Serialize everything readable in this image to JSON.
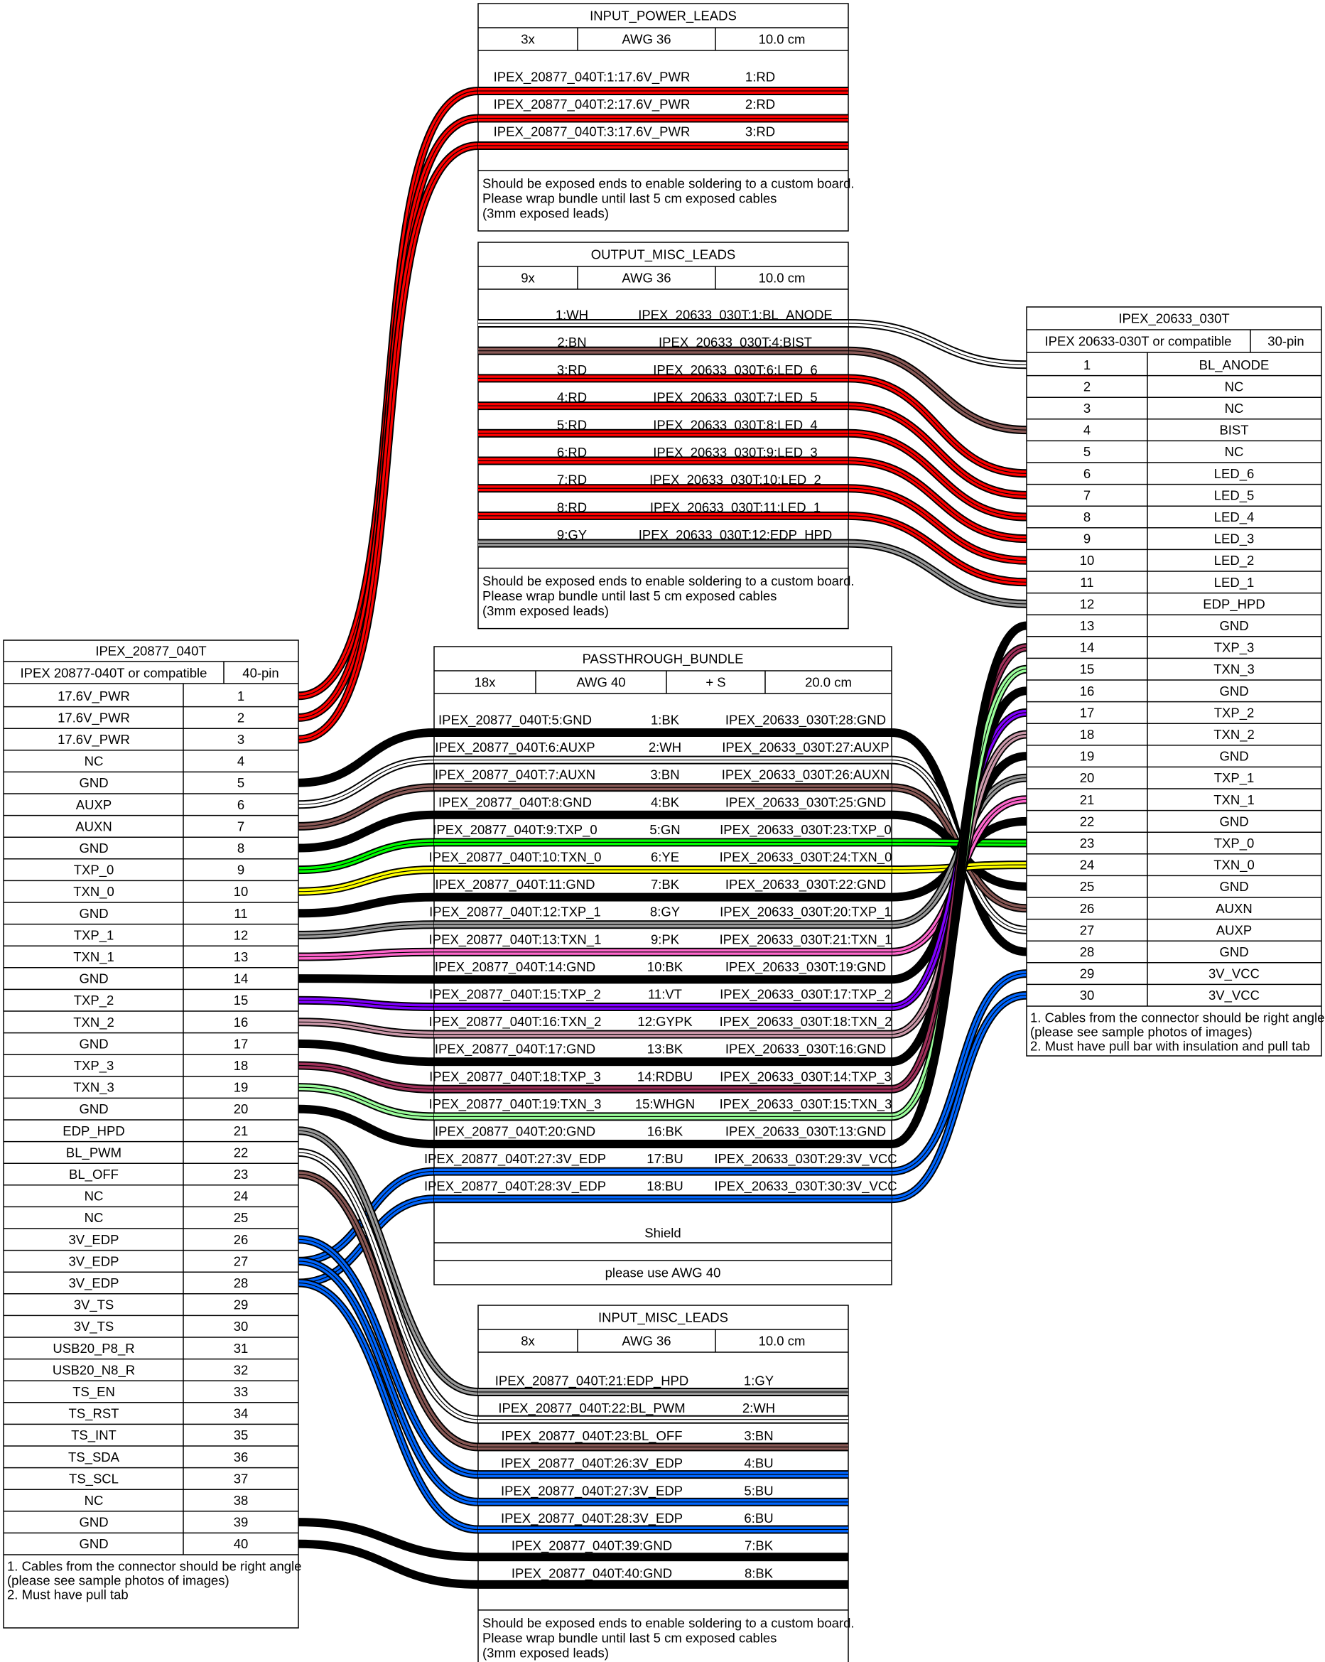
{
  "connectors": {
    "left": {
      "title": "IPEX_20877_040T",
      "type": "IPEX 20877-040T or compatible",
      "pincount": "40-pin",
      "pins": [
        [
          "17.6V_PWR",
          "1"
        ],
        [
          "17.6V_PWR",
          "2"
        ],
        [
          "17.6V_PWR",
          "3"
        ],
        [
          "NC",
          "4"
        ],
        [
          "GND",
          "5"
        ],
        [
          "AUXP",
          "6"
        ],
        [
          "AUXN",
          "7"
        ],
        [
          "GND",
          "8"
        ],
        [
          "TXP_0",
          "9"
        ],
        [
          "TXN_0",
          "10"
        ],
        [
          "GND",
          "11"
        ],
        [
          "TXP_1",
          "12"
        ],
        [
          "TXN_1",
          "13"
        ],
        [
          "GND",
          "14"
        ],
        [
          "TXP_2",
          "15"
        ],
        [
          "TXN_2",
          "16"
        ],
        [
          "GND",
          "17"
        ],
        [
          "TXP_3",
          "18"
        ],
        [
          "TXN_3",
          "19"
        ],
        [
          "GND",
          "20"
        ],
        [
          "EDP_HPD",
          "21"
        ],
        [
          "BL_PWM",
          "22"
        ],
        [
          "BL_OFF",
          "23"
        ],
        [
          "NC",
          "24"
        ],
        [
          "NC",
          "25"
        ],
        [
          "3V_EDP",
          "26"
        ],
        [
          "3V_EDP",
          "27"
        ],
        [
          "3V_EDP",
          "28"
        ],
        [
          "3V_TS",
          "29"
        ],
        [
          "3V_TS",
          "30"
        ],
        [
          "USB20_P8_R",
          "31"
        ],
        [
          "USB20_N8_R",
          "32"
        ],
        [
          "TS_EN",
          "33"
        ],
        [
          "TS_RST",
          "34"
        ],
        [
          "TS_INT",
          "35"
        ],
        [
          "TS_SDA",
          "36"
        ],
        [
          "TS_SCL",
          "37"
        ],
        [
          "NC",
          "38"
        ],
        [
          "GND",
          "39"
        ],
        [
          "GND",
          "40"
        ]
      ],
      "notes": [
        "1. Cables from the connector should be right angle",
        "(please see sample photos of images)",
        "2. Must have pull tab"
      ]
    },
    "right": {
      "title": "IPEX_20633_030T",
      "type": "IPEX 20633-030T or compatible",
      "pincount": "30-pin",
      "pins": [
        [
          "1",
          "BL_ANODE"
        ],
        [
          "2",
          "NC"
        ],
        [
          "3",
          "NC"
        ],
        [
          "4",
          "BIST"
        ],
        [
          "5",
          "NC"
        ],
        [
          "6",
          "LED_6"
        ],
        [
          "7",
          "LED_5"
        ],
        [
          "8",
          "LED_4"
        ],
        [
          "9",
          "LED_3"
        ],
        [
          "10",
          "LED_2"
        ],
        [
          "11",
          "LED_1"
        ],
        [
          "12",
          "EDP_HPD"
        ],
        [
          "13",
          "GND"
        ],
        [
          "14",
          "TXP_3"
        ],
        [
          "15",
          "TXN_3"
        ],
        [
          "16",
          "GND"
        ],
        [
          "17",
          "TXP_2"
        ],
        [
          "18",
          "TXN_2"
        ],
        [
          "19",
          "GND"
        ],
        [
          "20",
          "TXP_1"
        ],
        [
          "21",
          "TXN_1"
        ],
        [
          "22",
          "GND"
        ],
        [
          "23",
          "TXP_0"
        ],
        [
          "24",
          "TXN_0"
        ],
        [
          "25",
          "GND"
        ],
        [
          "26",
          "AUXN"
        ],
        [
          "27",
          "AUXP"
        ],
        [
          "28",
          "GND"
        ],
        [
          "29",
          "3V_VCC"
        ],
        [
          "30",
          "3V_VCC"
        ]
      ],
      "notes": [
        "1. Cables from the connector should be right angle",
        "(please see sample photos of images)",
        "2. Must have pull bar with insulation and pull tab"
      ]
    }
  },
  "cables": {
    "input_power": {
      "title": "INPUT_POWER_LEADS",
      "specs": [
        "3x",
        "AWG 36",
        "10.0 cm"
      ],
      "wires": [
        [
          "IPEX_20877_040T:1:17.6V_PWR",
          "1:RD",
          "#ff0000"
        ],
        [
          "IPEX_20877_040T:2:17.6V_PWR",
          "2:RD",
          "#ff0000"
        ],
        [
          "IPEX_20877_040T:3:17.6V_PWR",
          "3:RD",
          "#ff0000"
        ]
      ],
      "notes": [
        "Should be exposed ends to enable soldering to a custom board.",
        "Please wrap bundle until last 5 cm exposed cables",
        "(3mm exposed leads)"
      ]
    },
    "output_misc": {
      "title": "OUTPUT_MISC_LEADS",
      "specs": [
        "9x",
        "AWG 36",
        "10.0 cm"
      ],
      "wires": [
        [
          "1:WH",
          "IPEX_20633_030T:1:BL_ANODE",
          "#ffffff"
        ],
        [
          "2:BN",
          "IPEX_20633_030T:4:BIST",
          "#895956"
        ],
        [
          "3:RD",
          "IPEX_20633_030T:6:LED_6",
          "#ff0000"
        ],
        [
          "4:RD",
          "IPEX_20633_030T:7:LED_5",
          "#ff0000"
        ],
        [
          "5:RD",
          "IPEX_20633_030T:8:LED_4",
          "#ff0000"
        ],
        [
          "6:RD",
          "IPEX_20633_030T:9:LED_3",
          "#ff0000"
        ],
        [
          "7:RD",
          "IPEX_20633_030T:10:LED_2",
          "#ff0000"
        ],
        [
          "8:RD",
          "IPEX_20633_030T:11:LED_1",
          "#ff0000"
        ],
        [
          "9:GY",
          "IPEX_20633_030T:12:EDP_HPD",
          "#999999"
        ]
      ],
      "notes": [
        "Should be exposed ends to enable soldering to a custom board.",
        "Please wrap bundle until last 5 cm exposed cables",
        "(3mm exposed leads)"
      ]
    },
    "passthrough": {
      "title": "PASSTHROUGH_BUNDLE",
      "specs": [
        "18x",
        "AWG 40",
        "+ S",
        "20.0 cm"
      ],
      "wires": [
        [
          "IPEX_20877_040T:5:GND",
          "1:BK",
          "IPEX_20633_030T:28:GND",
          "#000000"
        ],
        [
          "IPEX_20877_040T:6:AUXP",
          "2:WH",
          "IPEX_20633_030T:27:AUXP",
          "#ffffff"
        ],
        [
          "IPEX_20877_040T:7:AUXN",
          "3:BN",
          "IPEX_20633_030T:26:AUXN",
          "#895956"
        ],
        [
          "IPEX_20877_040T:8:GND",
          "4:BK",
          "IPEX_20633_030T:25:GND",
          "#000000"
        ],
        [
          "IPEX_20877_040T:9:TXP_0",
          "5:GN",
          "IPEX_20633_030T:23:TXP_0",
          "#00ff00"
        ],
        [
          "IPEX_20877_040T:10:TXN_0",
          "6:YE",
          "IPEX_20633_030T:24:TXN_0",
          "#ffff00"
        ],
        [
          "IPEX_20877_040T:11:GND",
          "7:BK",
          "IPEX_20633_030T:22:GND",
          "#000000"
        ],
        [
          "IPEX_20877_040T:12:TXP_1",
          "8:GY",
          "IPEX_20633_030T:20:TXP_1",
          "#999999"
        ],
        [
          "IPEX_20877_040T:13:TXN_1",
          "9:PK",
          "IPEX_20633_030T:21:TXN_1",
          "#ff66cc"
        ],
        [
          "IPEX_20877_040T:14:GND",
          "10:BK",
          "IPEX_20633_030T:19:GND",
          "#000000"
        ],
        [
          "IPEX_20877_040T:15:TXP_2",
          "11:VT",
          "IPEX_20633_030T:17:TXP_2",
          "#8000ff"
        ],
        [
          "IPEX_20877_040T:16:TXN_2",
          "12:GYPK",
          "IPEX_20633_030T:18:TXN_2",
          "#cc99aa"
        ],
        [
          "IPEX_20877_040T:17:GND",
          "13:BK",
          "IPEX_20633_030T:16:GND",
          "#000000"
        ],
        [
          "IPEX_20877_040T:18:TXP_3",
          "14:RDBU",
          "IPEX_20633_030T:14:TXP_3",
          "#a0305a"
        ],
        [
          "IPEX_20877_040T:19:TXN_3",
          "15:WHGN",
          "IPEX_20633_030T:15:TXN_3",
          "#9cff9c"
        ],
        [
          "IPEX_20877_040T:20:GND",
          "16:BK",
          "IPEX_20633_030T:13:GND",
          "#000000"
        ],
        [
          "IPEX_20877_040T:27:3V_EDP",
          "17:BU",
          "IPEX_20633_030T:29:3V_VCC",
          "#0066ff"
        ],
        [
          "IPEX_20877_040T:28:3V_EDP",
          "18:BU",
          "IPEX_20633_030T:30:3V_VCC",
          "#0066ff"
        ]
      ],
      "shield": "Shield",
      "notes": [
        "please use AWG 40"
      ]
    },
    "input_misc": {
      "title": "INPUT_MISC_LEADS",
      "specs": [
        "8x",
        "AWG 36",
        "10.0 cm"
      ],
      "wires": [
        [
          "IPEX_20877_040T:21:EDP_HPD",
          "1:GY",
          "#999999"
        ],
        [
          "IPEX_20877_040T:22:BL_PWM",
          "2:WH",
          "#ffffff"
        ],
        [
          "IPEX_20877_040T:23:BL_OFF",
          "3:BN",
          "#895956"
        ],
        [
          "IPEX_20877_040T:26:3V_EDP",
          "4:BU",
          "#0066ff"
        ],
        [
          "IPEX_20877_040T:27:3V_EDP",
          "5:BU",
          "#0066ff"
        ],
        [
          "IPEX_20877_040T:28:3V_EDP",
          "6:BU",
          "#0066ff"
        ],
        [
          "IPEX_20877_040T:39:GND",
          "7:BK",
          "#000000"
        ],
        [
          "IPEX_20877_040T:40:GND",
          "8:BK",
          "#000000"
        ]
      ],
      "notes": [
        "Should be exposed ends to enable soldering to a custom board.",
        "Please wrap bundle until last 5 cm exposed cables",
        "(3mm exposed leads)"
      ]
    }
  }
}
